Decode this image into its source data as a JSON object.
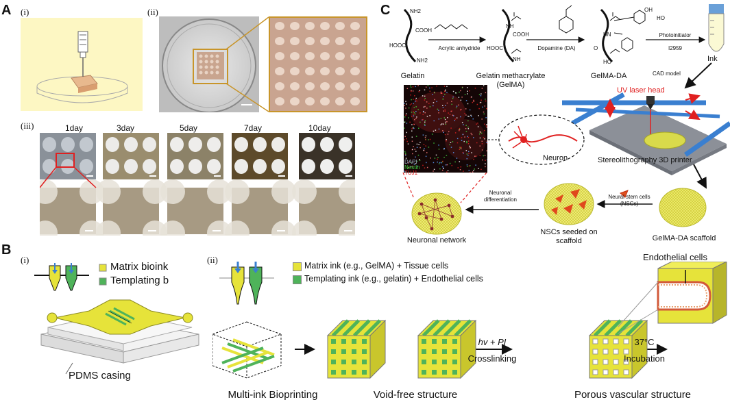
{
  "panel_a": {
    "letter": "A",
    "roman_i": "(i)",
    "roman_ii": "(ii)",
    "roman_iii": "(iii)",
    "days": [
      "1day",
      "3day",
      "5day",
      "7day",
      "10day"
    ]
  },
  "panel_b": {
    "letter": "B",
    "roman_i": "(i)",
    "roman_ii": "(ii)",
    "legend_i": [
      "Matrix bioink",
      "Templating b"
    ],
    "pdms_label": "PDMS casing",
    "legend_ii": [
      "Matrix ink (e.g., GelMA) + Tissue cells",
      "Templating ink (e.g., gelatin) + Endothelial cells"
    ],
    "endothelial": "Endothelial cells",
    "hv_pi": "hv + PI",
    "crosslinking": "Crosslinking",
    "temp": "37°C",
    "incubation": "Incubation",
    "stage_labels": [
      "Multi-ink Bioprinting",
      "Void-free structure",
      "Porous vascular structure"
    ]
  },
  "panel_c": {
    "letter": "C",
    "gelatin": "Gelatin",
    "acrylic": "Acrylic anhydride",
    "gelma": "Gelatin methacrylate",
    "gelma2": "(GelMA)",
    "dopamine": "Dopamine (DA)",
    "gelma_da": "GelMA-DA",
    "photoinitiator": "Photoinitiator",
    "i2959": "I2959",
    "ink": "Ink",
    "cad": "CAD model",
    "uv_head": "UV laser head",
    "printer": "Stereolithography 3D printer",
    "neuron": "Neuron",
    "stains": [
      "DAPI",
      "Nestin",
      "TUJ1"
    ],
    "neuronal": "Neuronal",
    "differentiation": "differentiation",
    "nsc_line1": "Neural stem cells",
    "nsc_line2": "(NSCs)",
    "seeded1": "NSCs seeded on",
    "seeded2": "scaffold",
    "network": "Neuronal network",
    "scaffold": "GelMA-DA scaffold",
    "chem": [
      "NH2",
      "COOH",
      "HOOC",
      "NH2",
      "NH",
      "HN",
      "OH",
      "HO",
      "O"
    ]
  },
  "colors": {
    "yellow": "#e6e33a",
    "green": "#4fb35a",
    "red": "#e02020",
    "blue": "#3a7fd0",
    "gold": "#c8952a"
  }
}
